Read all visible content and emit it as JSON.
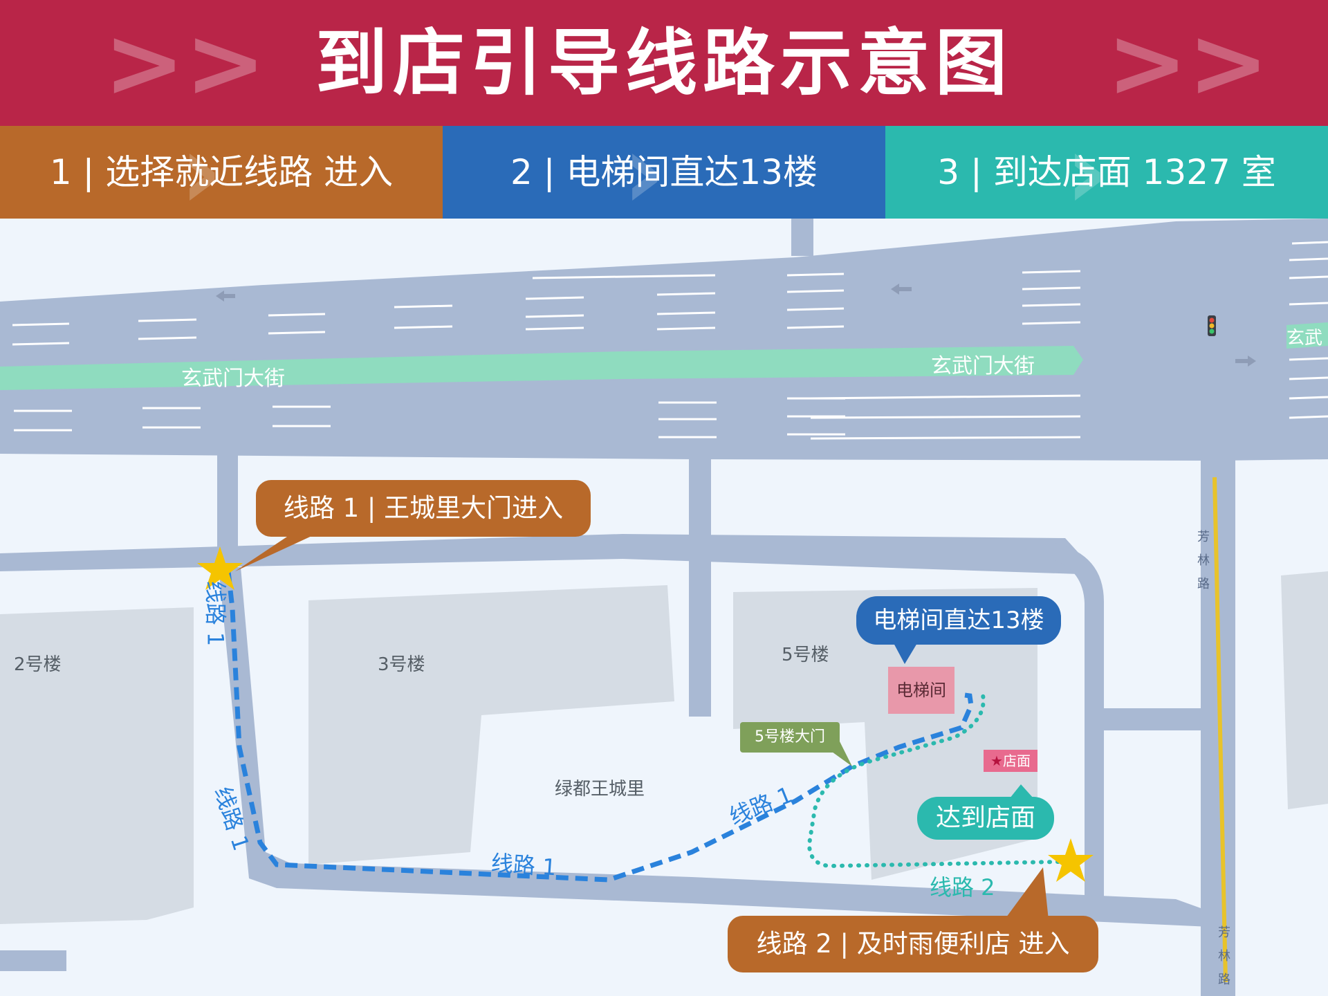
{
  "header": {
    "title": "到店引导线路示意图",
    "chevrons_left": ">>",
    "chevrons_right": ">>"
  },
  "steps": [
    {
      "label": "1 | 选择就近线路 进入",
      "color": "#b8692a"
    },
    {
      "label": "2 | 电梯间直达13楼",
      "color": "#2a6bb8"
    },
    {
      "label": "3 | 到达店面 1327 室",
      "color": "#2bb9ae"
    }
  ],
  "map": {
    "streets": {
      "main_left": "玄武门大街",
      "main_right": "玄武门大街",
      "main_edge": "玄武",
      "side_upper": "芳林路",
      "side_lower": "芳林路"
    },
    "buildings": {
      "b2": "2号楼",
      "b3": "3号楼",
      "b5": "5号楼",
      "complex": "绿都王城里"
    },
    "pois": {
      "elevator": "电梯间",
      "gate": "5号楼大门",
      "store": "店面",
      "store_star": "★"
    },
    "callouts": {
      "route1_entry": "线路 1 | 王城里大门进入",
      "elevator_direct": "电梯间直达13楼",
      "arrive_store": "达到店面",
      "route2_entry": "线路 2 | 及时雨便利店 进入"
    },
    "route_labels": {
      "r1_a": "线路 1",
      "r1_b": "线路 1",
      "r1_c": "线路 1",
      "r1_d": "线路 1",
      "r2": "线路 2"
    },
    "colors": {
      "route1": "#2a82dc",
      "route2": "#2bb9ae",
      "road": "#a9b9d3",
      "green_strip": "#8fdcbf",
      "building": "#d5dce4",
      "star": "#f5c400",
      "yellow_line": "#e8c32a"
    }
  }
}
